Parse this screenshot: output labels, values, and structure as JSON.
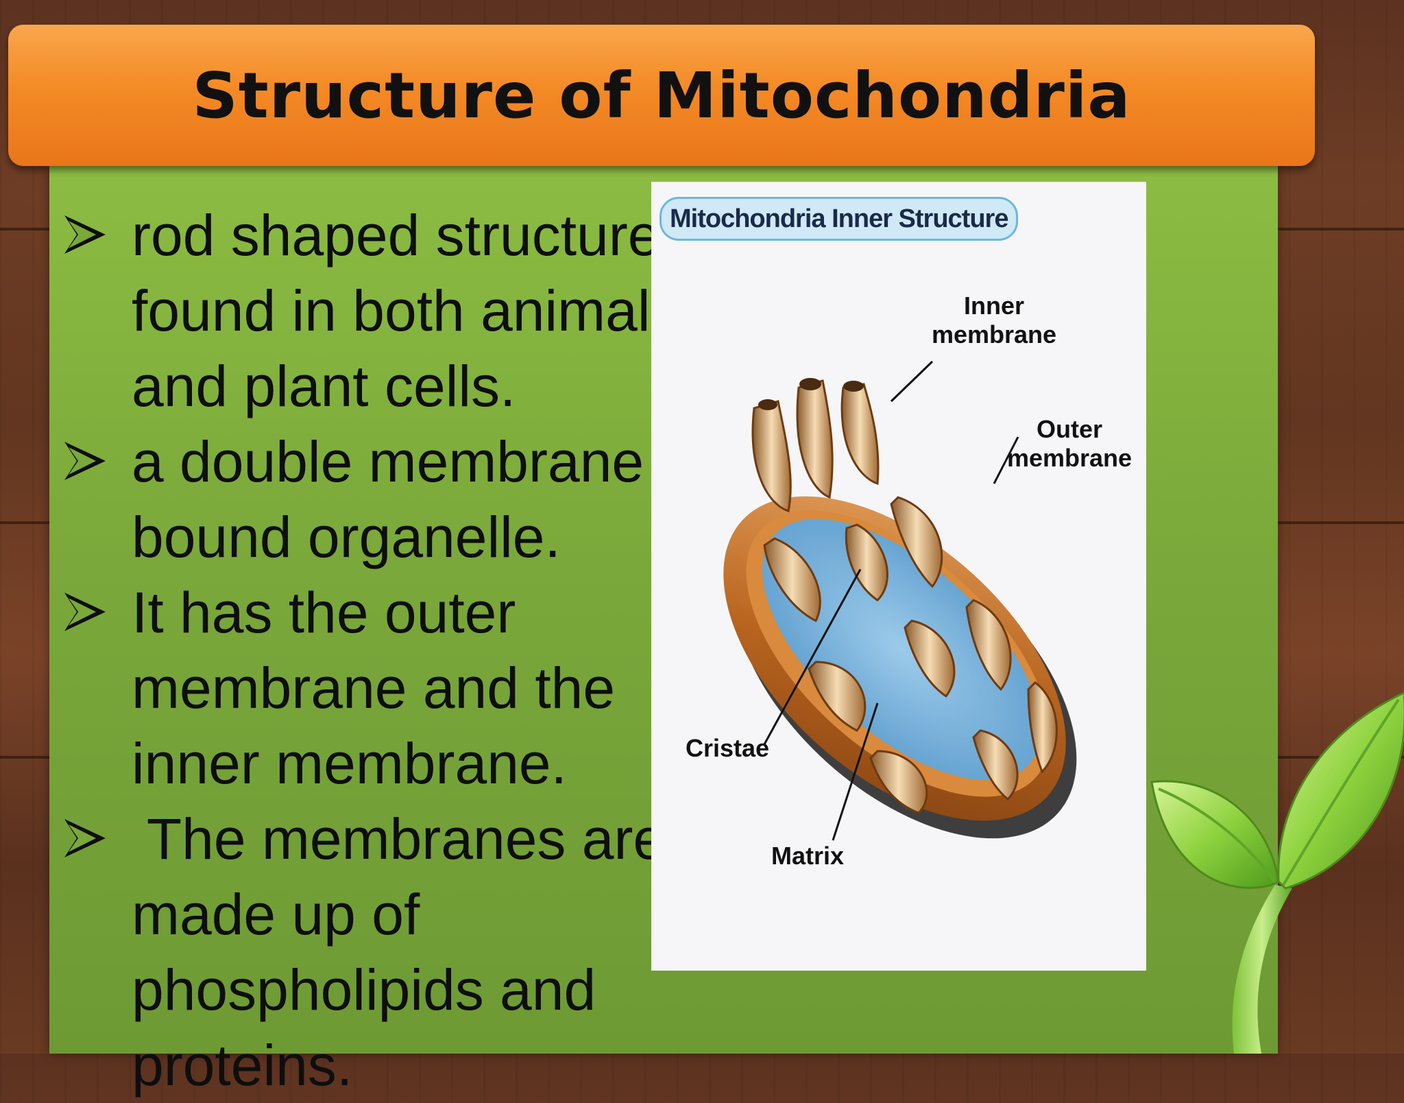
{
  "slide": {
    "title": "Structure of Mitochondria",
    "bullets": [
      {
        "line1": "rod shaped structure",
        "line2": "found in both animal",
        "line3": "and plant cells."
      },
      {
        "line1": "a double membrane",
        "line2": "bound organelle."
      },
      {
        "line1": "It has the outer",
        "line2": "membrane and the",
        "line3": "inner membrane."
      },
      {
        "line1": " The membranes are",
        "line2": "made up of",
        "line3": "phospholipids and",
        "line4": "proteins."
      }
    ]
  },
  "figure": {
    "title": "Mitochondria Inner Structure",
    "labels": {
      "inner_1": "Inner",
      "inner_2": "membrane",
      "outer_1": "Outer",
      "outer_2": "membrane",
      "cristae": "Cristae",
      "matrix": "Matrix"
    }
  },
  "colors": {
    "banner": "#f48a25",
    "panel": "#7aa83a",
    "wood": "#6e3d25",
    "matrix_blue": "#7fb5dc",
    "membrane_brown": "#b8641e"
  },
  "icons": {
    "bullet": "arrowhead-bullet-icon",
    "decoration": "plant-sprout-icon"
  }
}
